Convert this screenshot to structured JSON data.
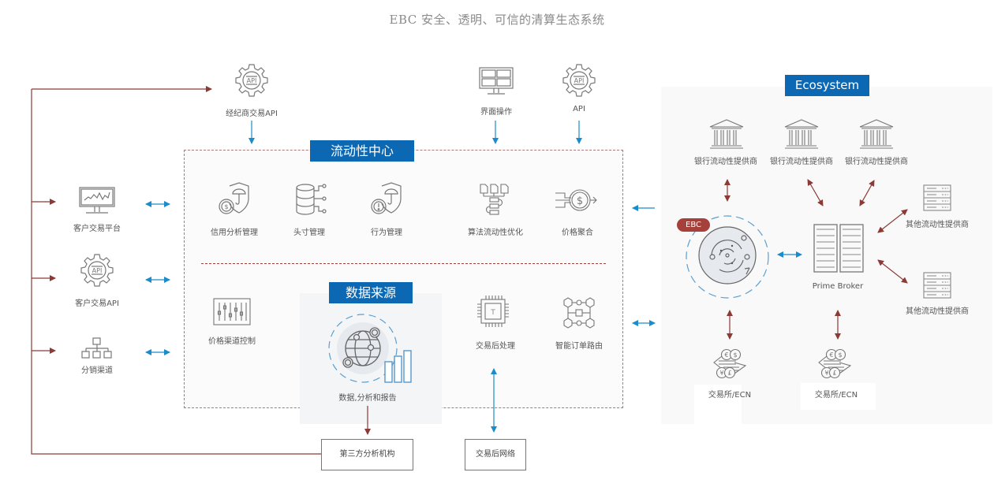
{
  "title": "EBC 安全、透明、可信的清算生态系统",
  "colors": {
    "accent_blue": "#0d68b3",
    "arrow_blue": "#1a8ccc",
    "arrow_red": "#8b3a36",
    "ebc_badge": "#a6403b",
    "icon_gray": "#777777"
  },
  "top_inputs": {
    "broker_api": {
      "label": "经纪商交易API",
      "icon": "api-gear-icon"
    },
    "ui_operation": {
      "label": "界面操作",
      "icon": "monitor-icon"
    },
    "api": {
      "label": "API",
      "icon": "api-gear-icon"
    }
  },
  "clients": [
    {
      "label": "客户交易平台",
      "icon": "trading-monitor-icon"
    },
    {
      "label": "客户交易API",
      "icon": "api-gear-icon"
    },
    {
      "label": "分销渠道",
      "icon": "hierarchy-icon"
    }
  ],
  "liquidity_hub": {
    "title": "流动性中心",
    "items": [
      {
        "label": "信用分析管理",
        "icon": "credit-shield-icon"
      },
      {
        "label": "头寸管理",
        "icon": "database-icon"
      },
      {
        "label": "行为管理",
        "icon": "behavior-shield-icon"
      },
      {
        "label": "算法流动性优化",
        "icon": "algorithm-flow-icon"
      },
      {
        "label": "价格聚合",
        "icon": "price-aggregation-icon"
      }
    ]
  },
  "data_source": {
    "title": "数据来源",
    "center_label": "数据,分析和报告",
    "items": [
      {
        "label": "价格渠道控制",
        "icon": "sliders-icon"
      },
      {
        "label": "交易后处理",
        "icon": "chip-icon"
      },
      {
        "label": "智能订单路由",
        "icon": "routing-network-icon"
      }
    ]
  },
  "outputs": {
    "third_party": "第三方分析机构",
    "post_trade_network": "交易后网络"
  },
  "ecosystem": {
    "title": "Ecosystem",
    "banks": [
      "银行流动性提供商",
      "银行流动性提供商",
      "银行流动性提供商"
    ],
    "ebc_badge": "EBC",
    "prime_broker": "Prime Broker",
    "other_providers": [
      "其他流动性提供商",
      "其他流动性提供商"
    ],
    "exchanges": [
      "交易所/ECN",
      "交易所/ECN"
    ]
  }
}
